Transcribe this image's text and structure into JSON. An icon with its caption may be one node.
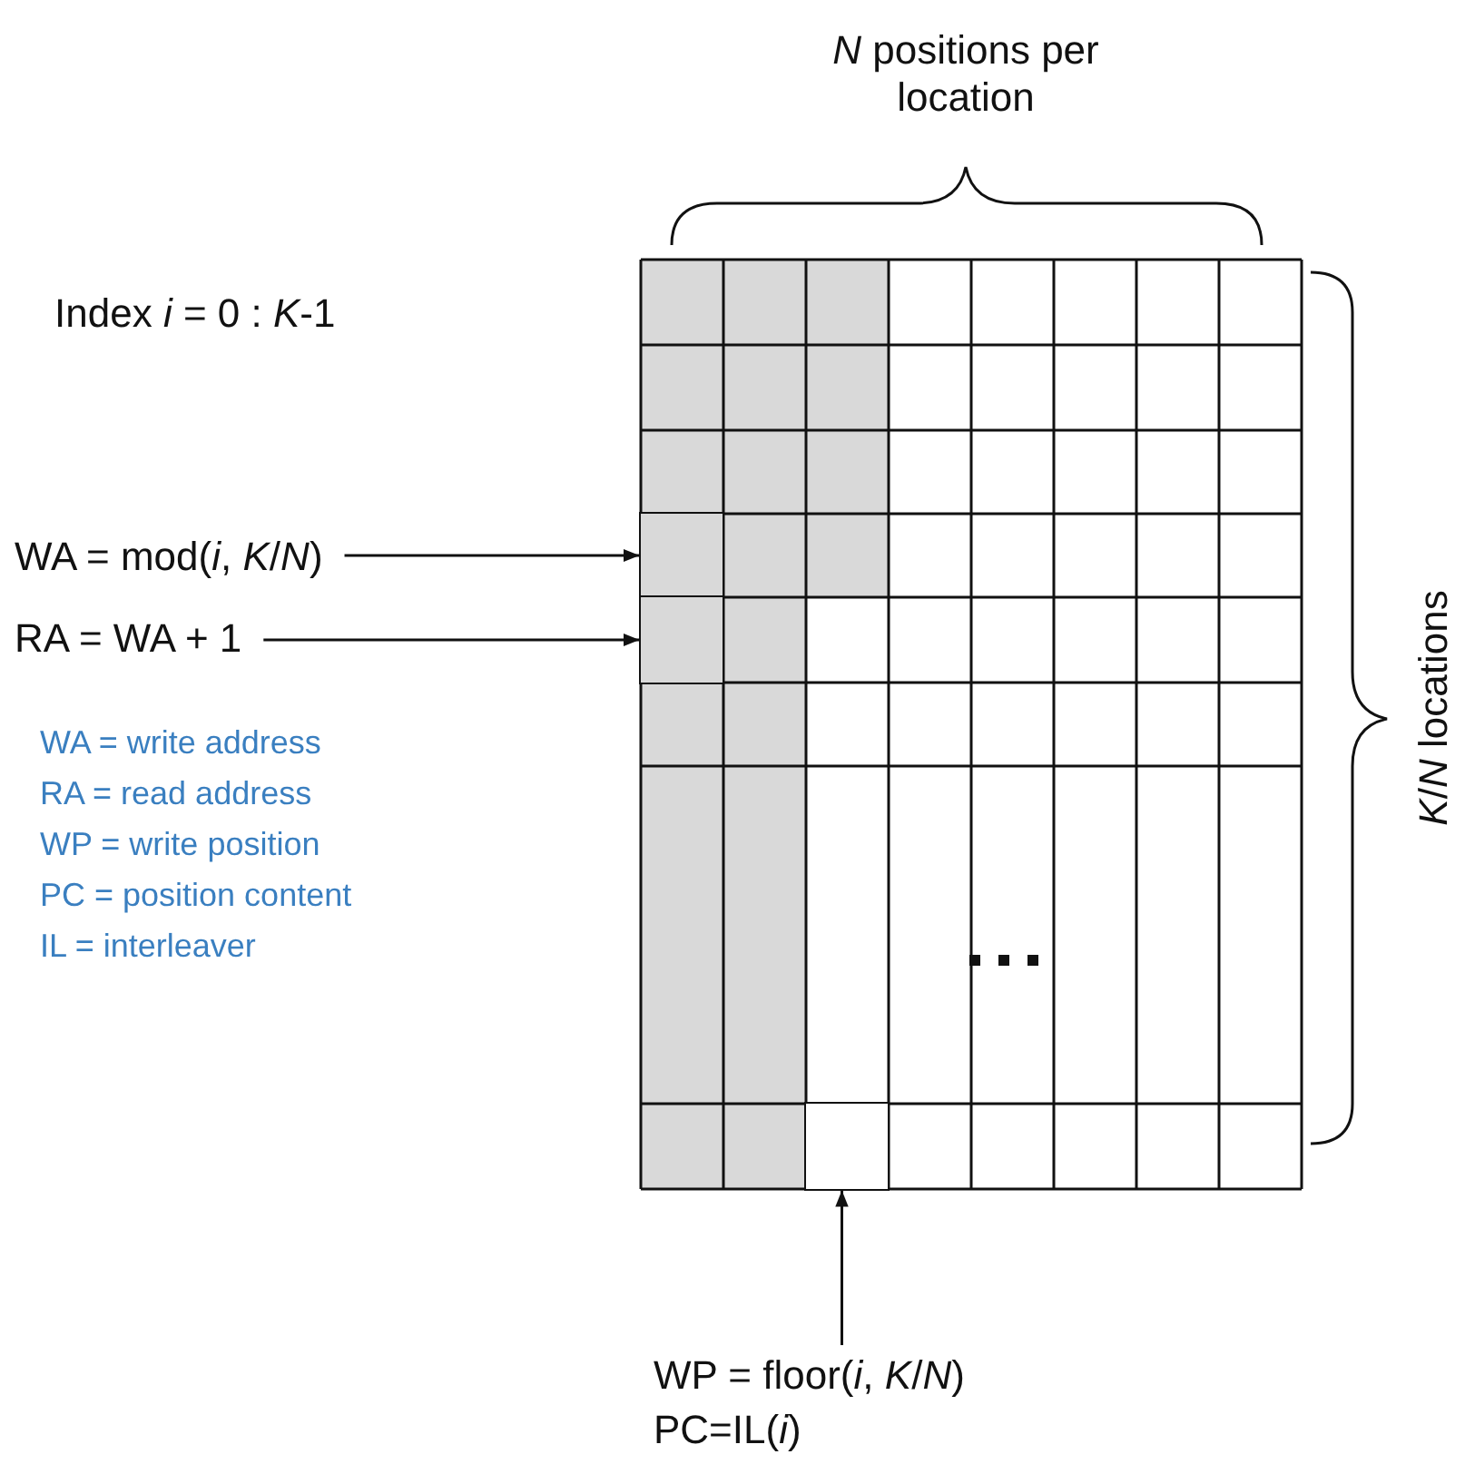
{
  "diagram": {
    "nodes": [
      {
        "text": [
          "WA = mod(*i*, *K*/*N*)"
        ]
      },
      {
        "text": [
          "RA = WA + 1"
        ]
      },
      {
        "text": [
          "WP = floor(*i*, *K*/*N*)"
        ]
      },
      {
        "text": [],
        "shape": "box"
      },
      {
        "text": [],
        "shape": "box"
      },
      {
        "text": [],
        "shape": "box"
      }
    ],
    "edges": [
      {
        "from": 0,
        "to": 3,
        "arrow": "to"
      },
      {
        "from": 1,
        "to": 4,
        "arrow": "to"
      },
      {
        "from": 2,
        "to": 5,
        "arrow": "to"
      }
    ],
    "labels": [
      "*N* positions per location",
      "Index *i* = 0 : *K*-1",
      "*K*/*N* locations",
      "WA = write address",
      "RA = read address",
      "WP = write position",
      "PC = position content",
      "IL = interleaver",
      "PC=IL(*i*)"
    ]
  }
}
